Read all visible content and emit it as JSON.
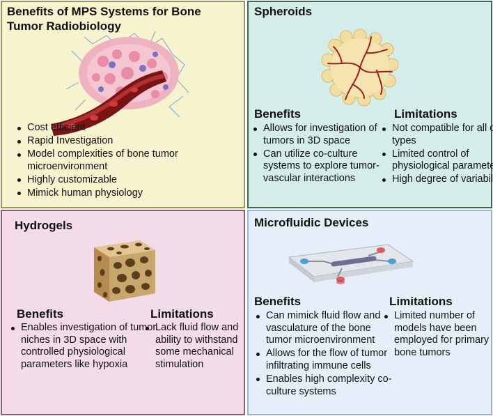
{
  "benefits_panel": {
    "title": "Benefits of MPS Systems for Bone Tumor Radiobiology",
    "items": [
      "Cost efficient",
      "Rapid Investigation",
      "Model complexities of bone tumor microenvironment",
      "Highly customizable",
      "Mimick human physiology"
    ]
  },
  "spheroids": {
    "title": "Spheroids",
    "benefits_heading": "Benefits",
    "limitations_heading": "Limitations",
    "benefits": [
      "Allows for investigation of tumors in 3D space",
      " Can utilize co-culture systems to explore tumor-vascular interactions"
    ],
    "limitations": [
      "Not compatible for all cell types",
      "Limited control of physiological parameters",
      "High degree of variability"
    ]
  },
  "hydrogels": {
    "title": "Hydrogels",
    "benefits_heading": "Benefits",
    "limitations_heading": "Limitations",
    "benefits": [
      "Enables investigation of tumor niches in 3D space with controlled physiological parameters like hypoxia"
    ],
    "limitations": [
      "Lack fluid flow and ability to withstand some mechanical stimulation"
    ]
  },
  "microfluidic": {
    "title": "Microfluidic Devices",
    "benefits_heading": "Benefits",
    "limitations_heading": "Limitations",
    "benefits": [
      "Can mimick fluid flow and vasculature of the bone tumor microenvironment",
      "Allows for the flow of tumor infiltrating immune cells",
      "Enables high complexity co-culture systems"
    ],
    "limitations": [
      "Limited number of models have been employed for primary bone tumors"
    ]
  },
  "colors": {
    "yellow_panel": "#f8f3cf",
    "teal_panel": "#d4ede9",
    "pink_panel": "#f3dbe7",
    "blue_panel": "#e6eff9",
    "vessel_red": "#8b1a1a",
    "spheroid_cell": "#f2dca0",
    "bone_tan": "#c9a66b"
  }
}
